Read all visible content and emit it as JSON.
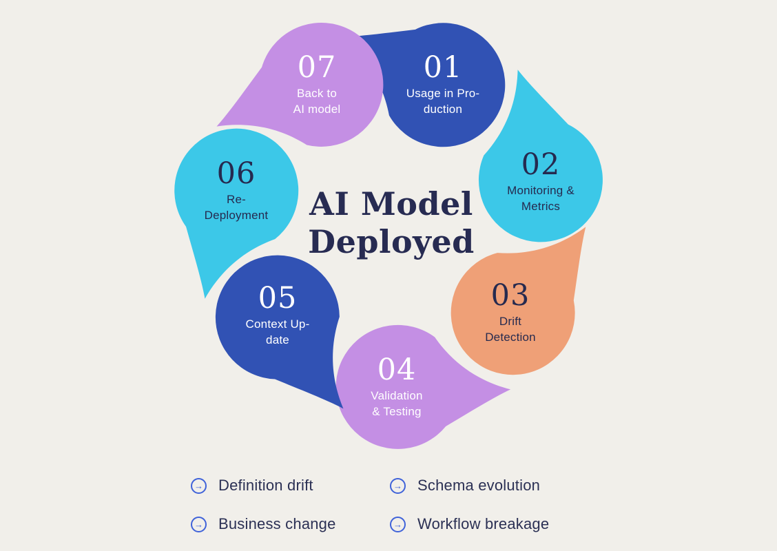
{
  "background": "#f1efea",
  "title": {
    "text": "AI Model\nDeployed",
    "color": "#272b52"
  },
  "petals": [
    {
      "num": "01",
      "label": "Usage in Pro-\nduction",
      "color": "#3152b4",
      "text_color": "#ffffff"
    },
    {
      "num": "02",
      "label": "Monitoring &\nMetrics",
      "color": "#3cc8e8",
      "text_color": "#262a4f"
    },
    {
      "num": "03",
      "label": "Drift\nDetection",
      "color": "#efa077",
      "text_color": "#262a4f"
    },
    {
      "num": "04",
      "label": "Validation\n& Testing",
      "color": "#c48fe4",
      "text_color": "#ffffff"
    },
    {
      "num": "05",
      "label": "Context Up-\ndate",
      "color": "#3152b4",
      "text_color": "#ffffff"
    },
    {
      "num": "06",
      "label": "Re-\nDeployment",
      "color": "#3cc8e8",
      "text_color": "#262a4f"
    },
    {
      "num": "07",
      "label": "Back to\nAI model",
      "color": "#c48fe4",
      "text_color": "#ffffff"
    }
  ],
  "legend": {
    "accent": "#3f62d9",
    "arrow_icon": "→",
    "items": [
      {
        "label": "Definition drift"
      },
      {
        "label": "Schema evolution"
      },
      {
        "label": "Business change"
      },
      {
        "label": "Workflow breakage"
      }
    ]
  }
}
